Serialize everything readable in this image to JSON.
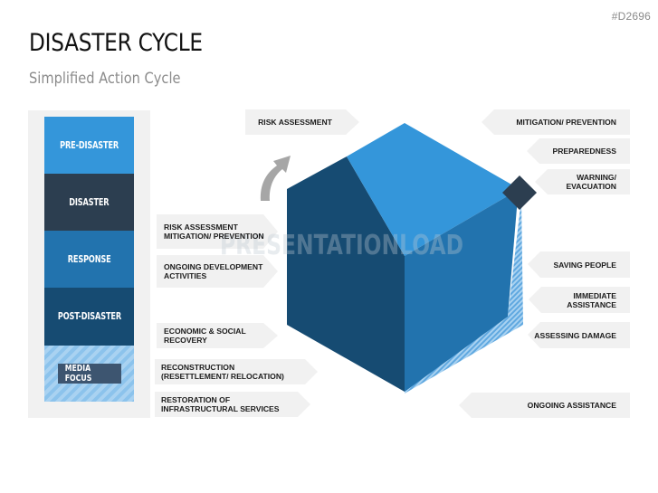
{
  "slide_id": "#D2696",
  "title": "DISASTER CYCLE",
  "subtitle": "Simplified Action Cycle",
  "watermark": "PRESENTATIONLOAD",
  "colors": {
    "pre_disaster": "#3496da",
    "disaster": "#2c3e50",
    "response": "#2273ae",
    "post_disaster": "#164b72",
    "media_focus_btn": "#3d5570",
    "tag_bg": "#f1f1f1",
    "arrow": "#a6a6a6"
  },
  "phases": [
    {
      "label": "PRE-DISASTER"
    },
    {
      "label": "DISASTER"
    },
    {
      "label": "RESPONSE"
    },
    {
      "label": "POST-DISASTER"
    }
  ],
  "media_focus": "MEDIA FOCUS",
  "left_tags": [
    {
      "text": "RISK ASSESSMENT\nMITIGATION/ PREVENTION"
    },
    {
      "text": "ONGOING DEVELOPMENT\nACTIVITIES"
    },
    {
      "text": "ECONOMIC & SOCIAL\nRECOVERY"
    },
    {
      "text": "RECONSTRUCTION\n(RESETTLEMENT/ RELOCATION)"
    },
    {
      "text": "RESTORATION OF\nINFRASTRUCTURAL SERVICES"
    }
  ],
  "top_tag": "RISK ASSESSMENT",
  "right_tags": [
    {
      "text": "MITIGATION/ PREVENTION"
    },
    {
      "text": "PREPAREDNESS"
    },
    {
      "text": "WARNING/\nEVACUATION"
    },
    {
      "text": "SAVING PEOPLE"
    },
    {
      "text": "IMMEDIATE\nASSISTANCE"
    },
    {
      "text": "ASSESSING DAMAGE"
    },
    {
      "text": "ONGOING ASSISTANCE"
    }
  ]
}
